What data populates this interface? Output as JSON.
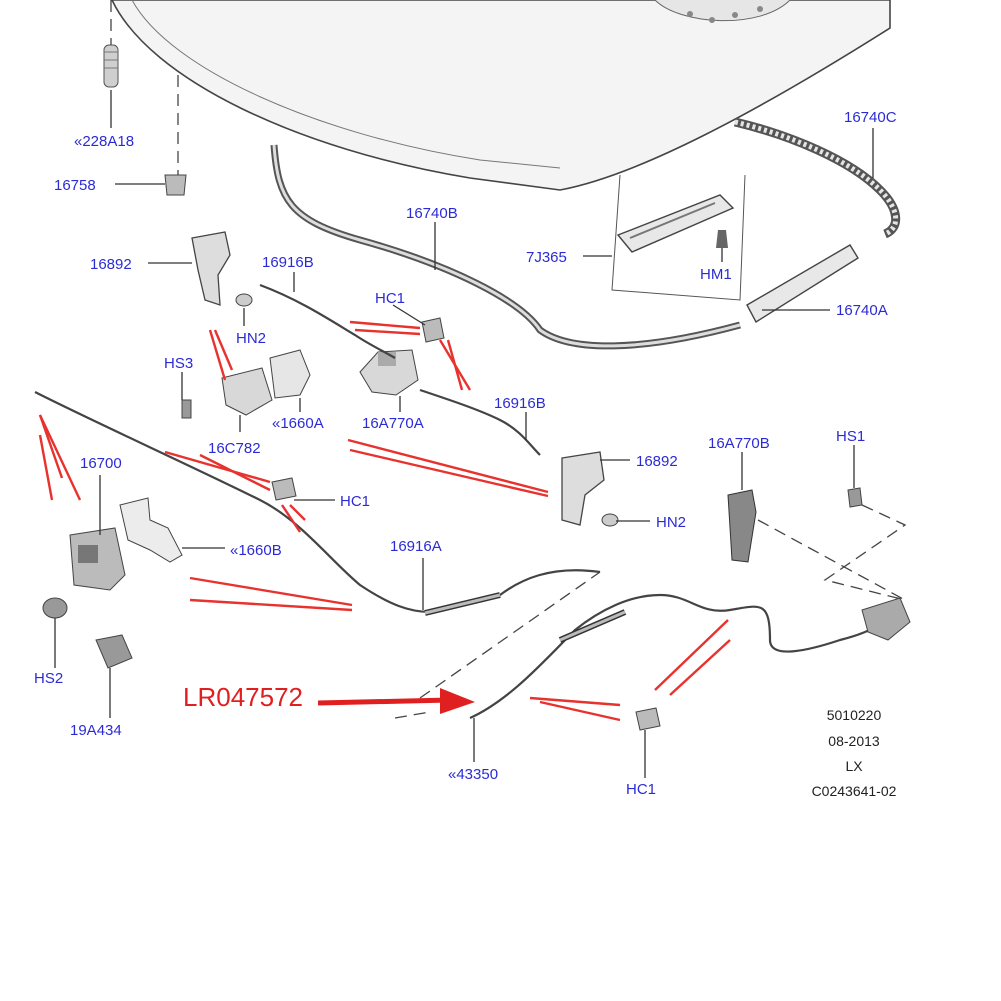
{
  "diagram": {
    "callouts": {
      "c228a18": "«228A18",
      "c16758": "16758",
      "c16740c": "16740C",
      "c16740b": "16740B",
      "c7j365": "7J365",
      "chm1": "HM1",
      "c16740a": "16740A",
      "c16892_left": "16892",
      "c16916b_top": "16916B",
      "chc1_top": "HC1",
      "chn2_left": "HN2",
      "chs3": "HS3",
      "c1660a": "«1660A",
      "c16c782": "16C782",
      "c16a770a": "16A770A",
      "c16916b_mid": "16916B",
      "c16892_right": "16892",
      "c16a770b": "16A770B",
      "chs1": "HS1",
      "c16700": "16700",
      "chc1_mid": "HC1",
      "chn2_right": "HN2",
      "c1660b": "«1660B",
      "c16916a": "16916A",
      "chs2": "HS2",
      "c19a434": "19A434",
      "c43350": "«43350",
      "chc1_bottom": "HC1"
    },
    "part_number": "LR047572",
    "stamp": {
      "line1": "5010220",
      "line2": "08-2013",
      "line3": "LX",
      "line4": "C0243641-02"
    },
    "colors": {
      "callout_text": "#2b2bd6",
      "highlight": "#e8322e",
      "line_art": "#333333"
    }
  }
}
